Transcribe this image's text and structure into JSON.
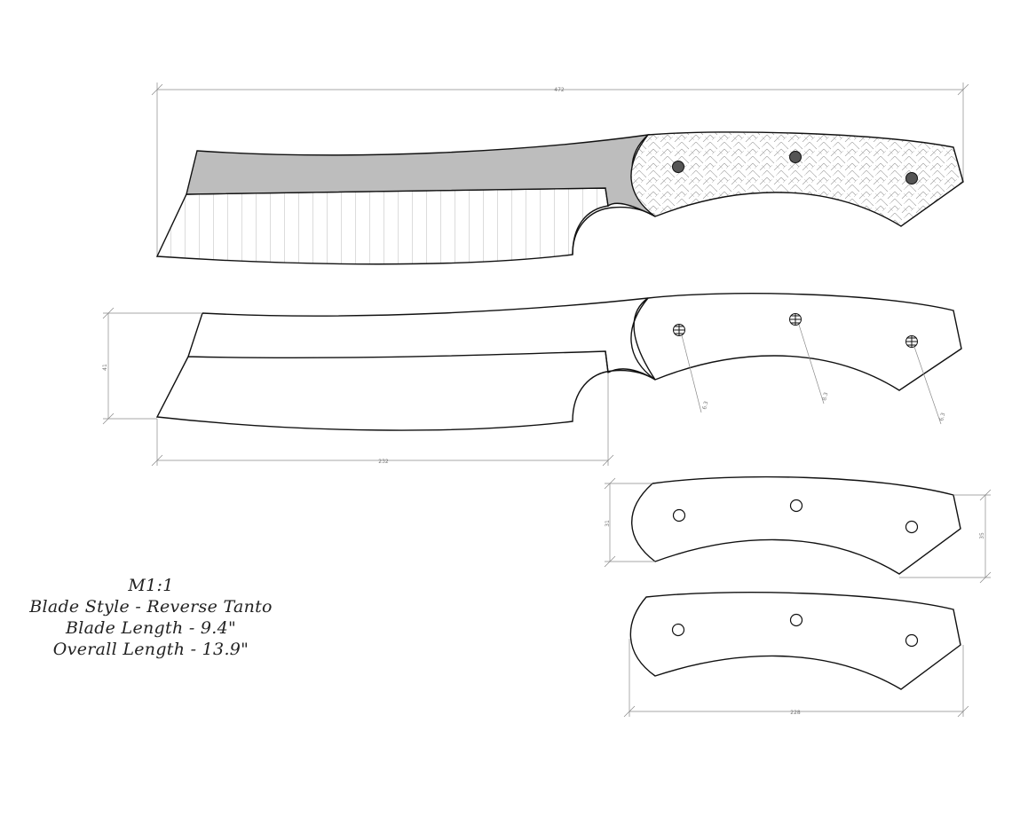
{
  "specs": {
    "scale": "M1:1",
    "blade_style": "Blade Style - Reverse Tanto",
    "blade_length": "Blade Length - 9.4\"",
    "overall_length": "Overall Length - 13.9\""
  },
  "dimensions": {
    "overall": "472",
    "blade_height": "41",
    "blade_length": "232",
    "pin_1": "6.3",
    "pin_2": "8.3",
    "pin_3": "6.3",
    "scale_left_height": "31",
    "scale_right_height": "35",
    "scale_width": "228"
  },
  "colors": {
    "blade_spine_fill": "#bdbdbd",
    "pin_fill": "#555555",
    "line": "#111111",
    "dimension_line": "#8a8a8a"
  }
}
